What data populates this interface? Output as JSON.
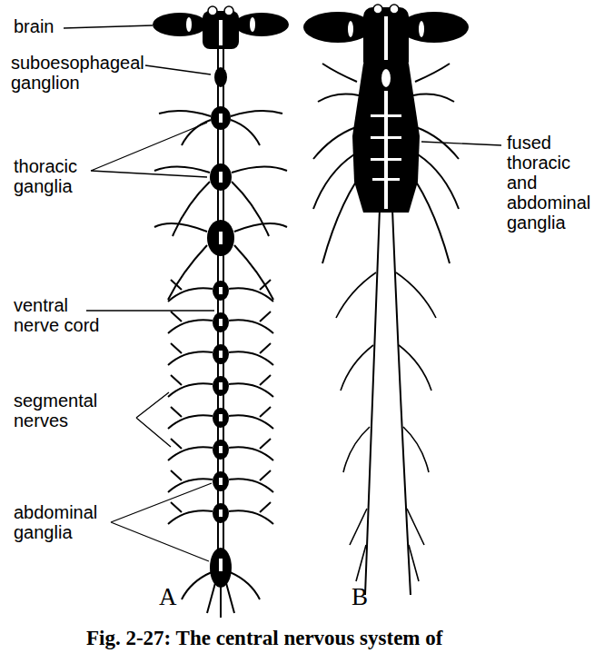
{
  "diagram": {
    "caption": "Fig. 2-27: The central nervous system of",
    "labels": [
      "brain",
      "suboesophageal ganglion",
      "thoracic ganglia",
      "ventral nerve cord",
      "segmental nerves",
      "abdominal ganglia",
      "fused thoracic and abdominal ganglia",
      "A",
      "B"
    ]
  }
}
